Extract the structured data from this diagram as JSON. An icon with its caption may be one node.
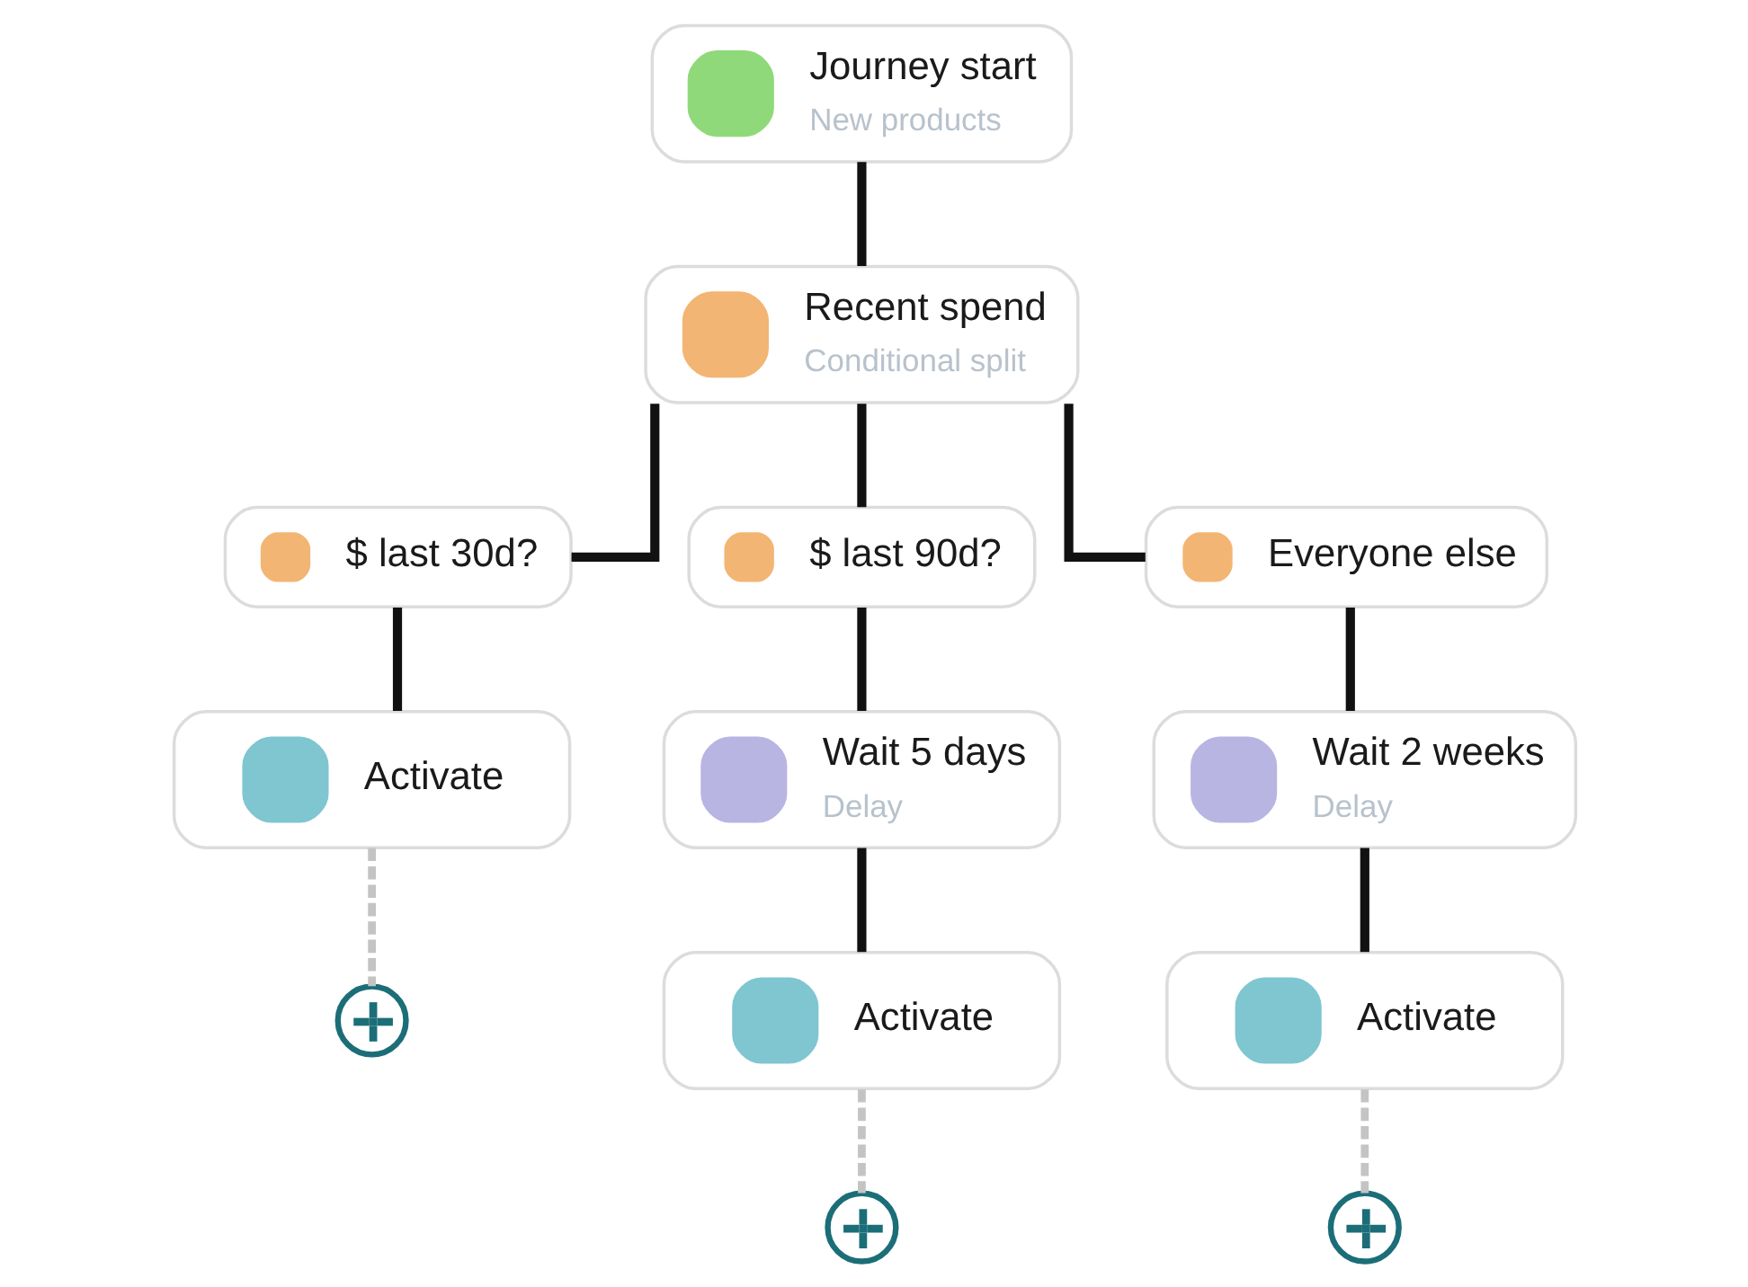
{
  "diagram": {
    "nodes": [
      {
        "text": [
          "Journey start",
          "New products"
        ]
      },
      {
        "text": [
          "Recent spend",
          "Conditional split"
        ]
      },
      {
        "text": [
          "$ last 30d?"
        ]
      },
      {
        "text": [
          "$ last 90d?"
        ]
      },
      {
        "text": [
          "Everyone else"
        ]
      },
      {
        "text": [
          "Activate"
        ]
      },
      {
        "text": [
          "Wait 5 days",
          "Delay"
        ]
      },
      {
        "text": [
          "Wait 2 weeks",
          "Delay"
        ]
      },
      {
        "text": [],
        "shape": "circle"
      },
      {
        "text": [
          "Activate"
        ]
      },
      {
        "text": [
          "Activate"
        ]
      },
      {
        "text": [],
        "shape": "circle"
      },
      {
        "text": [],
        "shape": "circle"
      }
    ],
    "edges": [
      {
        "from": 0,
        "to": 1,
        "arrow": "none"
      },
      {
        "from": 1,
        "to": 2,
        "arrow": "none"
      },
      {
        "from": 1,
        "to": 3,
        "arrow": "none"
      },
      {
        "from": 1,
        "to": 4,
        "arrow": "none"
      },
      {
        "from": 2,
        "to": 5,
        "arrow": "none"
      },
      {
        "from": 3,
        "to": 6,
        "arrow": "none"
      },
      {
        "from": 4,
        "to": 7,
        "arrow": "none"
      },
      {
        "from": 5,
        "to": 8,
        "arrow": "none",
        "style": "dashed",
        "color": "#c4c4c4"
      },
      {
        "from": 6,
        "to": 9,
        "arrow": "none"
      },
      {
        "from": 7,
        "to": 10,
        "arrow": "none"
      },
      {
        "from": 9,
        "to": 11,
        "arrow": "none",
        "style": "dashed",
        "color": "#c4c4c4"
      },
      {
        "from": 10,
        "to": 12,
        "arrow": "none",
        "style": "dashed",
        "color": "#c4c4c4"
      }
    ]
  }
}
